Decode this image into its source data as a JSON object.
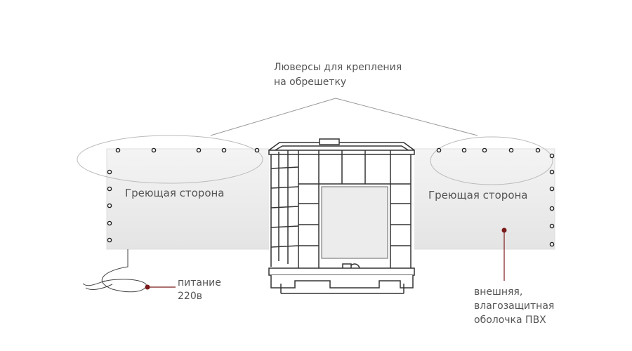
{
  "labels": {
    "eyelets_line1": "Люверсы для крепления",
    "eyelets_line2": "на обрешетку",
    "heating_left": "Греющая сторона",
    "heating_right": "Греющая сторона",
    "power_line1": "питание",
    "power_line2": "220в",
    "shell_line1": "внешняя,",
    "shell_line2": "влагозащитная",
    "shell_line3": "оболочка ПВХ"
  },
  "colors": {
    "panel": "#ececec",
    "panel_edge": "#d8d8d8",
    "leader": "#7a1a1a",
    "text": "#555555",
    "cage": "#333333"
  },
  "icons": [
    "eyelet-icon",
    "ibc-container-icon",
    "power-cable-icon"
  ]
}
